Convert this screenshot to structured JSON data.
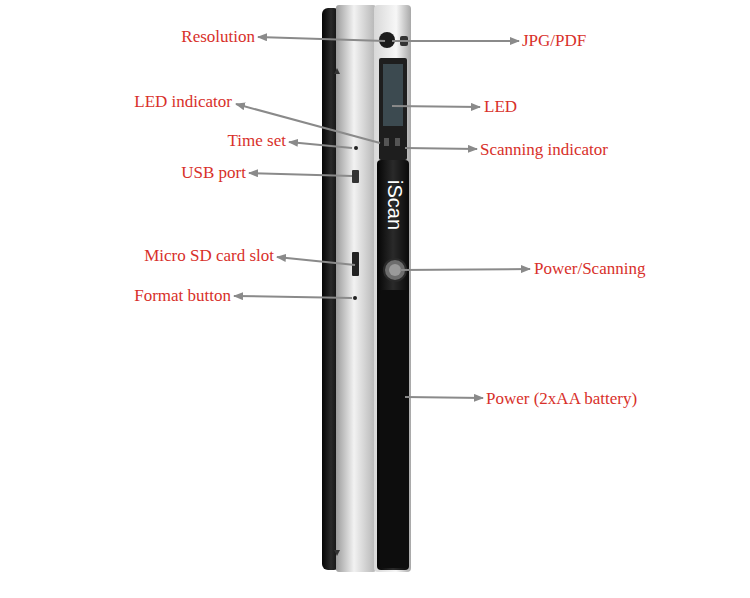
{
  "diagram": {
    "labels": [
      "Resolution",
      "JPG/PDF",
      "LED indicator",
      "LED",
      "Time set",
      "Scanning indicator",
      "USB port",
      "Micro SD card slot",
      "Power/Scanning",
      "Format button",
      "Power (2xAA battery)",
      "iScan"
    ]
  }
}
